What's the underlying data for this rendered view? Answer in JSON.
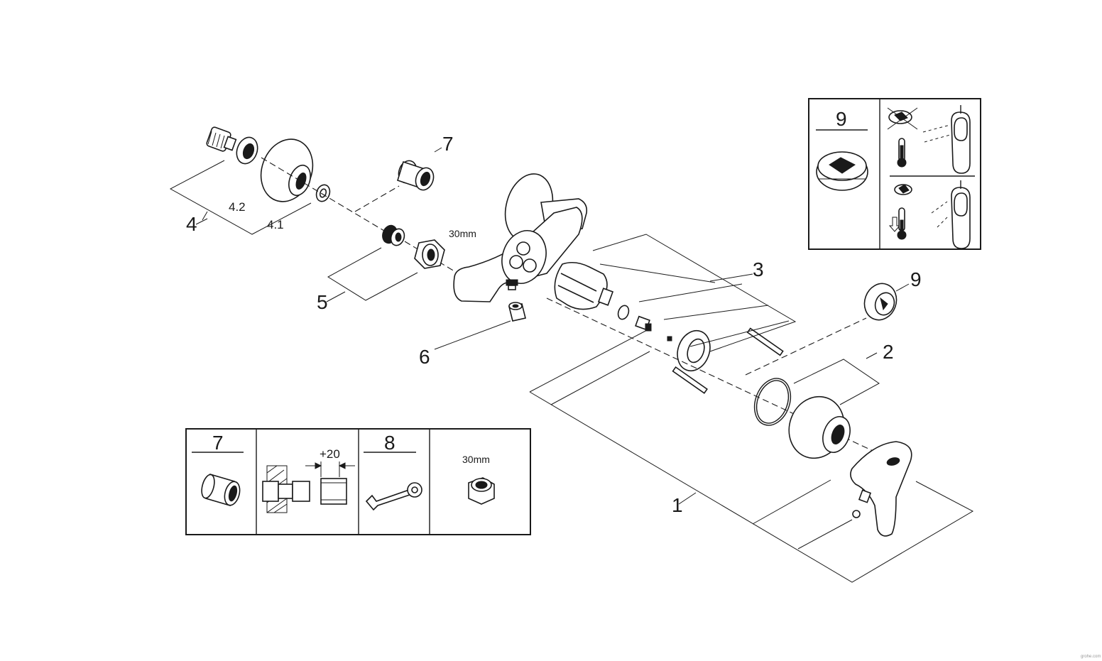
{
  "labels": {
    "l1": "1",
    "l2": "2",
    "l3": "3",
    "l4": "4",
    "l4_1": "4.1",
    "l4_2": "4.2",
    "l5": "5",
    "l6": "6",
    "l7": "7",
    "l9": "9",
    "nut_size": "30mm"
  },
  "inset_left": {
    "p7": "7",
    "dim": "+20",
    "p8": "8",
    "nut_size": "30mm"
  },
  "inset_right": {
    "p9": "9"
  },
  "watermark": "grohe.com"
}
